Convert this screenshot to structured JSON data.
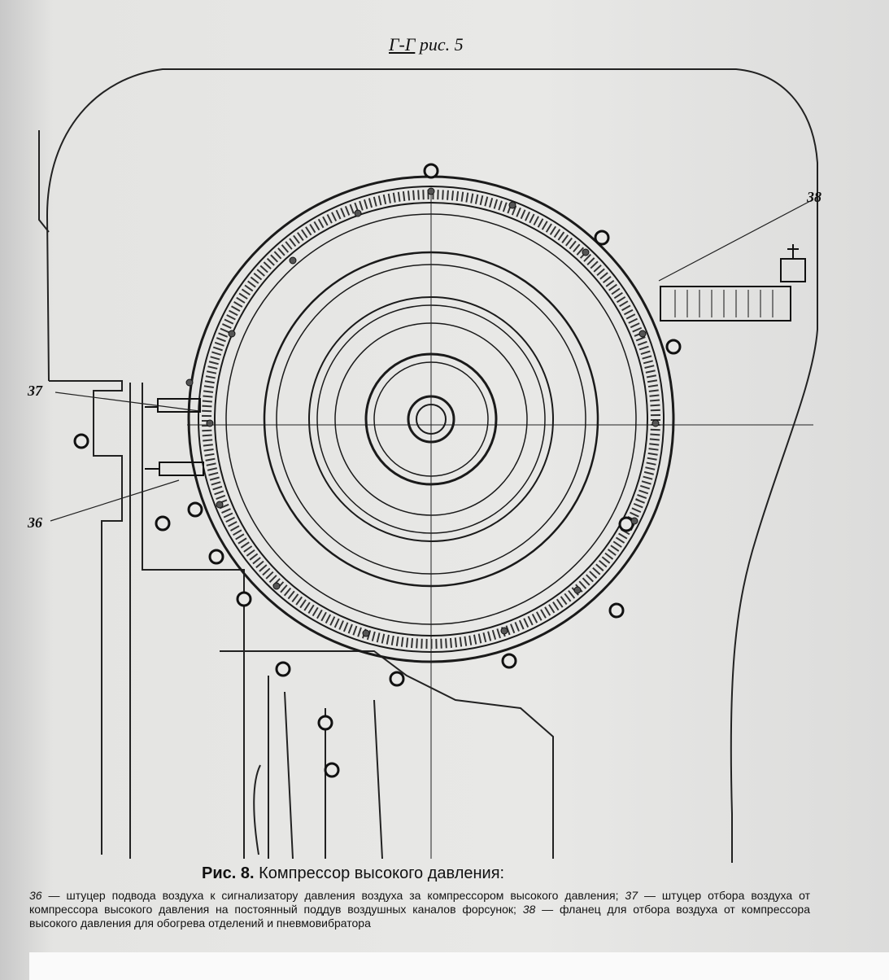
{
  "section_label": {
    "section": "Г-Г",
    "ref": "рис. 5"
  },
  "callouts": {
    "c36": "36",
    "c37": "37",
    "c38": "38"
  },
  "caption": {
    "prefix": "Рис. 8.",
    "title": "Компрессор высокого давления:"
  },
  "legend": {
    "n36": "36",
    "t36": " — штуцер подвода воздуха к сигнализатору давления воздуха за компрессором высокого давления; ",
    "n37": "37",
    "t37": " — штуцер отбора воздуха от компрессора высокого давления на постоянный поддув воздушных каналов форсунок; ",
    "n38": "38",
    "t38": " — фланец для отбора воздуха от компрессора высокого давления для обогрева отделений и пневмовибратора"
  }
}
